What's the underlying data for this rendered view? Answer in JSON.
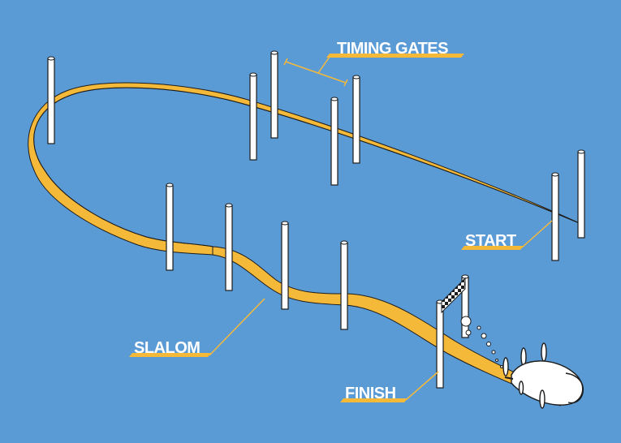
{
  "colors": {
    "background": "#5b9bd5",
    "track": "#f5b93a",
    "pole": "#ffffff",
    "outline": "#1c1c1c",
    "label_bar": "#f5b93a",
    "label_text": "#ffffff"
  },
  "labels": {
    "timing_gates": "TIMING GATES",
    "start": "START",
    "slalom": "SLALOM",
    "finish": "FINISH"
  },
  "icons": {
    "vehicle": "underwater-drone-icon",
    "finish_banner": "checkered-flag-icon"
  }
}
